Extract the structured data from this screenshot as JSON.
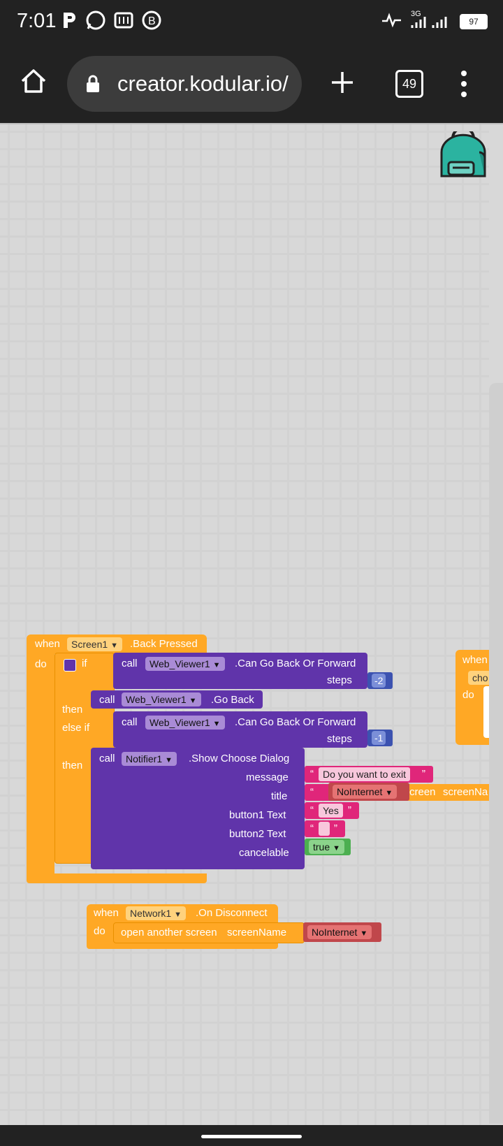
{
  "status_bar": {
    "time": "7:01",
    "network": "3G",
    "battery": "97"
  },
  "browser": {
    "url": "creator.kodular.io/",
    "tab_count": "49"
  },
  "blocks": {
    "back_pressed": {
      "when": "when",
      "component": "Screen1",
      "event": ".Back Pressed",
      "do": "do",
      "if": "if",
      "then": "then",
      "else_if": "else if",
      "call": "call",
      "webviewer": "Web_Viewer1",
      "can_go": ".Can Go Back Or Forward",
      "steps": "steps",
      "steps1": "-2",
      "steps2": "-1",
      "go_back": ".Go Back",
      "notifier": "Notifier1",
      "show_choose": ".Show Choose Dialog",
      "message_lbl": "message",
      "message_val": "Do you want to exit",
      "title_lbl": "title",
      "button1_lbl": "button1 Text",
      "button1_val": "Yes",
      "button2_lbl": "button2 Text",
      "button2_val": "",
      "cancelable_lbl": "cancelable",
      "cancelable_val": "true",
      "open_quote": "“",
      "close_quote": "”"
    },
    "floating_red": {
      "value": "NoInternet",
      "trail": "creen",
      "trail2": "screenNa"
    },
    "disconnect": {
      "when": "when",
      "component": "Network1",
      "event": ".On Disconnect",
      "do": "do",
      "action": "open another screen",
      "screen_lbl": "screenName",
      "screen_val": "NoInternet"
    },
    "right_partial": {
      "when": "when",
      "cho": "cho",
      "do": "do"
    }
  }
}
